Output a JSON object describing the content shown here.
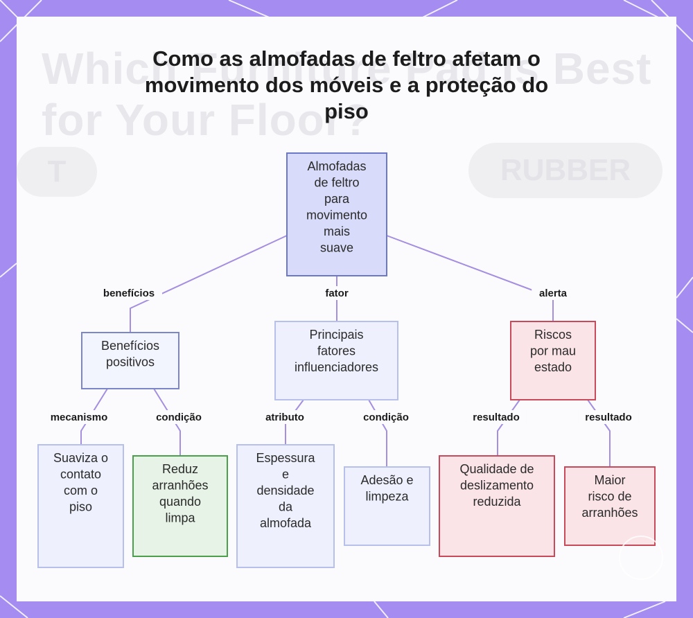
{
  "title": "Como as almofadas de feltro afetam o movimento dos móveis e a proteção do piso",
  "colors": {
    "frame": "#a48cf0",
    "edge": "#a48ee0",
    "root_fill": "#d8dcfa",
    "root_stroke": "#6b78c8",
    "group_fill": "#f3f5fe",
    "group_stroke": "#7a86c8",
    "factor_fill": "#eef1fd",
    "factor_stroke": "#b6c0ea",
    "leaf_fill": "#eef1fd",
    "leaf_stroke": "#b6c0ea",
    "good_fill": "#e6f3e6",
    "good_stroke": "#4aa04a",
    "risk_fill": "#fbe4e8",
    "risk_stroke": "#c84a5a"
  },
  "nodes": [
    {
      "id": "root",
      "lines": [
        "Almofadas",
        "de feltro",
        "para",
        "movimento",
        "mais",
        "suave"
      ],
      "style": "root"
    },
    {
      "id": "benefits",
      "lines": [
        "Benefícios",
        "positivos"
      ],
      "style": "group"
    },
    {
      "id": "factors",
      "lines": [
        "Principais",
        "fatores",
        "influenciadores"
      ],
      "style": "factor"
    },
    {
      "id": "risks",
      "lines": [
        "Riscos",
        "por mau",
        "estado"
      ],
      "style": "risk"
    },
    {
      "id": "smooth",
      "lines": [
        "Suaviza o",
        "contato",
        "com o",
        "piso"
      ],
      "style": "leaf"
    },
    {
      "id": "scratch",
      "lines": [
        "Reduz",
        "arranhões",
        "quando",
        "limpa"
      ],
      "style": "good"
    },
    {
      "id": "thickness",
      "lines": [
        "Espessura",
        "e",
        "densidade",
        "da",
        "almofada"
      ],
      "style": "leaf"
    },
    {
      "id": "adhesion",
      "lines": [
        "Adesão e",
        "limpeza"
      ],
      "style": "leaf"
    },
    {
      "id": "quality",
      "lines": [
        "Qualidade de",
        "deslizamento",
        "reduzida"
      ],
      "style": "risk"
    },
    {
      "id": "risk2",
      "lines": [
        "Maior",
        "risco de",
        "arranhões"
      ],
      "style": "risk"
    }
  ],
  "edges": [
    {
      "from": "root",
      "to": "benefits",
      "label": "benefícios"
    },
    {
      "from": "root",
      "to": "factors",
      "label": "fator"
    },
    {
      "from": "root",
      "to": "risks",
      "label": "alerta"
    },
    {
      "from": "benefits",
      "to": "smooth",
      "label": "mecanismo"
    },
    {
      "from": "benefits",
      "to": "scratch",
      "label": "condição"
    },
    {
      "from": "factors",
      "to": "thickness",
      "label": "atributo"
    },
    {
      "from": "factors",
      "to": "adhesion",
      "label": "condição"
    },
    {
      "from": "risks",
      "to": "quality",
      "label": "resultado"
    },
    {
      "from": "risks",
      "to": "risk2",
      "label": "resultado"
    }
  ]
}
